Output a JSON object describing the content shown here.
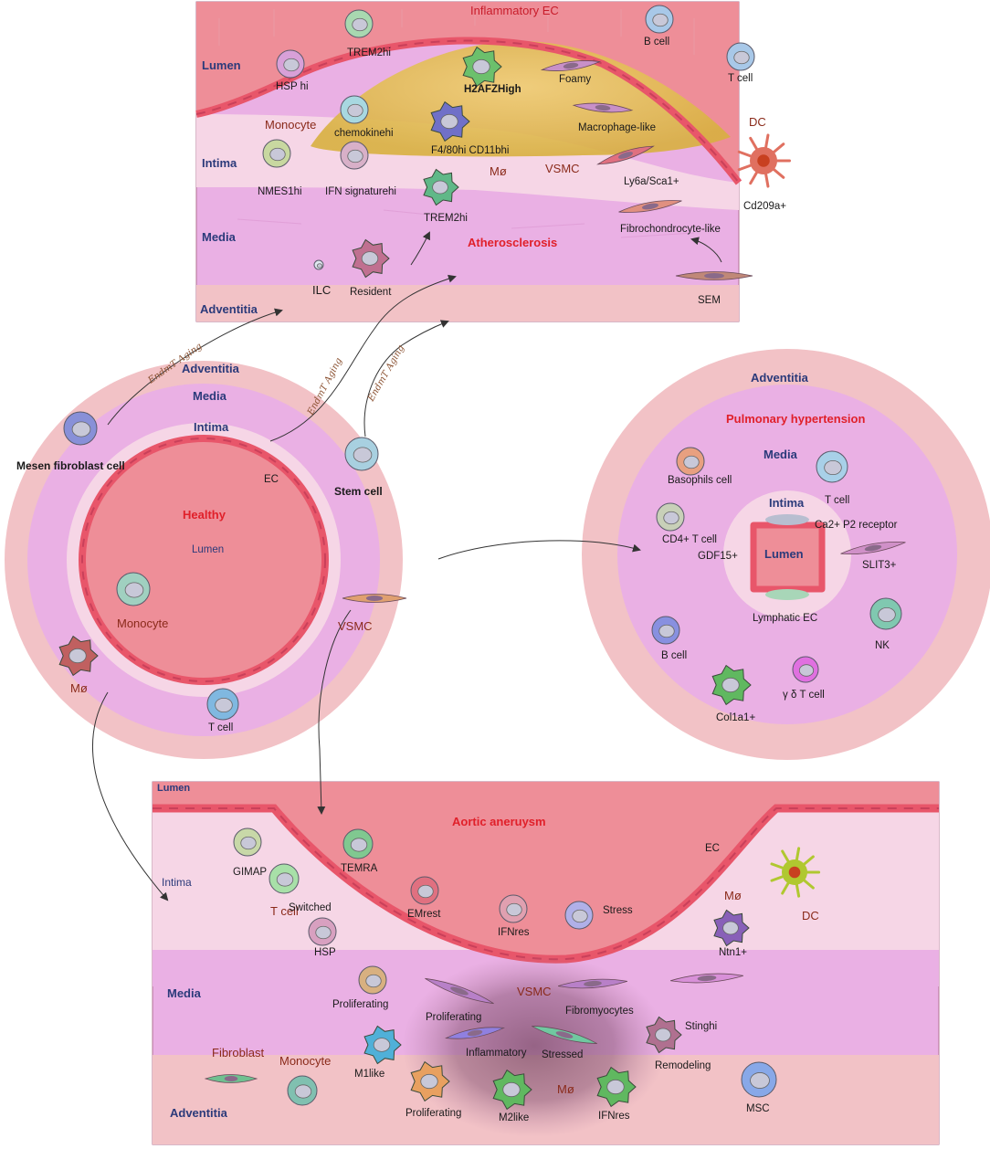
{
  "colors": {
    "lumen": "#ee8e98",
    "intima": "#f6d6e6",
    "media": "#eab0e4",
    "adventitia": "#f2c2c6",
    "plaque": "#e8c550",
    "ec": "#e8566a",
    "title_red": "#e0202a",
    "layer_blue": "#2b3a7a",
    "group_brown": "#8a2a1a"
  },
  "athero": {
    "title": "Atherosclerosis",
    "layers": {
      "lumen": "Lumen",
      "intima": "Intima",
      "media": "Media",
      "adventitia": "Adventitia"
    },
    "inflammatory_ec": "Inflammatory EC",
    "groups": {
      "monocyte": "Monocyte",
      "macrophage": "Mø",
      "vsmc": "VSMC",
      "dc": "DC"
    },
    "cells": {
      "hsp": "HSP hi",
      "trem2_top": "TREM2hi",
      "b_cell": "B cell",
      "t_cell": "T cell",
      "h2afz": "H2AFZHigh",
      "foamy": "Foamy",
      "chemokine": "chemokinehi",
      "macrophage_like": "Macrophage-like",
      "f480": "F4/80hi CD11bhi",
      "nmes1": "NMES1hi",
      "ifn": "IFN signaturehi",
      "ly6a": "Ly6a/Sca1+",
      "cd209a": "Cd209a+",
      "trem2_mid": "TREM2hi",
      "fibrochondrocyte": "Fibrochondrocyte-like",
      "ilc": "ILC",
      "resident": "Resident",
      "sem": "SEM"
    }
  },
  "healthy": {
    "title": "Healthy",
    "layers": {
      "adventitia": "Adventitia",
      "media": "Media",
      "intima": "Intima",
      "lumen": "Lumen",
      "ec": "EC"
    },
    "cells": {
      "mesen_fibroblast": "Mesen fibroblast cell",
      "stem_cell": "Stem cell",
      "monocyte": "Monocyte",
      "vsmc": "VSMC",
      "macrophage": "Mø",
      "t_cell": "T cell"
    },
    "arrow_labels": {
      "endmt_1": "EndmT Aging",
      "endmt_2": "EndmT Aging",
      "endmt_3": "EndmT Aging"
    }
  },
  "ph": {
    "title": "Pulmonary hypertension",
    "layers": {
      "adventitia": "Adventitia",
      "media": "Media",
      "intima": "Intima",
      "lumen": "Lumen"
    },
    "cells": {
      "basophils": "Basophils cell",
      "t_cell": "T cell",
      "cd4": "CD4+ T cell",
      "ca_receptor": "Ca2+ P2 receptor",
      "gdf15": "GDF15+",
      "slit3": "SLIT3+",
      "lymphatic_ec": "Lymphatic EC",
      "b_cell": "B cell",
      "nk": "NK",
      "gd_t_cell": "γ δ T cell",
      "col1a1": "Col1a1+"
    }
  },
  "aneurysm": {
    "title": "Aortic aneruysm",
    "layers": {
      "lumen": "Lumen",
      "intima": "Intima",
      "media": "Media",
      "adventitia": "Adventitia",
      "ec": "EC"
    },
    "groups": {
      "t_cell": "T cell",
      "macrophage": "Mø",
      "dc": "DC",
      "vsmc": "VSMC",
      "fibroblast": "Fibroblast",
      "monocyte": "Monocyte",
      "macrophage_bottom": "Mø"
    },
    "cells": {
      "gimap": "GIMAP",
      "temra": "TEMRA",
      "switched": "Switched",
      "emrest": "EMrest",
      "ifnres_top": "IFNres",
      "stress": "Stress",
      "hsp": "HSP",
      "ntn1": "Ntn1+",
      "proliferating_t": "Proliferating",
      "proliferating_vsmc": "Proliferating",
      "fibromyocytes": "Fibromyocytes",
      "sting": "Stinghi",
      "inflammatory": "Inflammatory",
      "stressed": "Stressed",
      "remodeling": "Remodeling",
      "m1like": "M1like",
      "proliferating_m": "Proliferating",
      "m2like": "M2like",
      "ifnres_bottom": "IFNres",
      "msc": "MSC"
    }
  }
}
